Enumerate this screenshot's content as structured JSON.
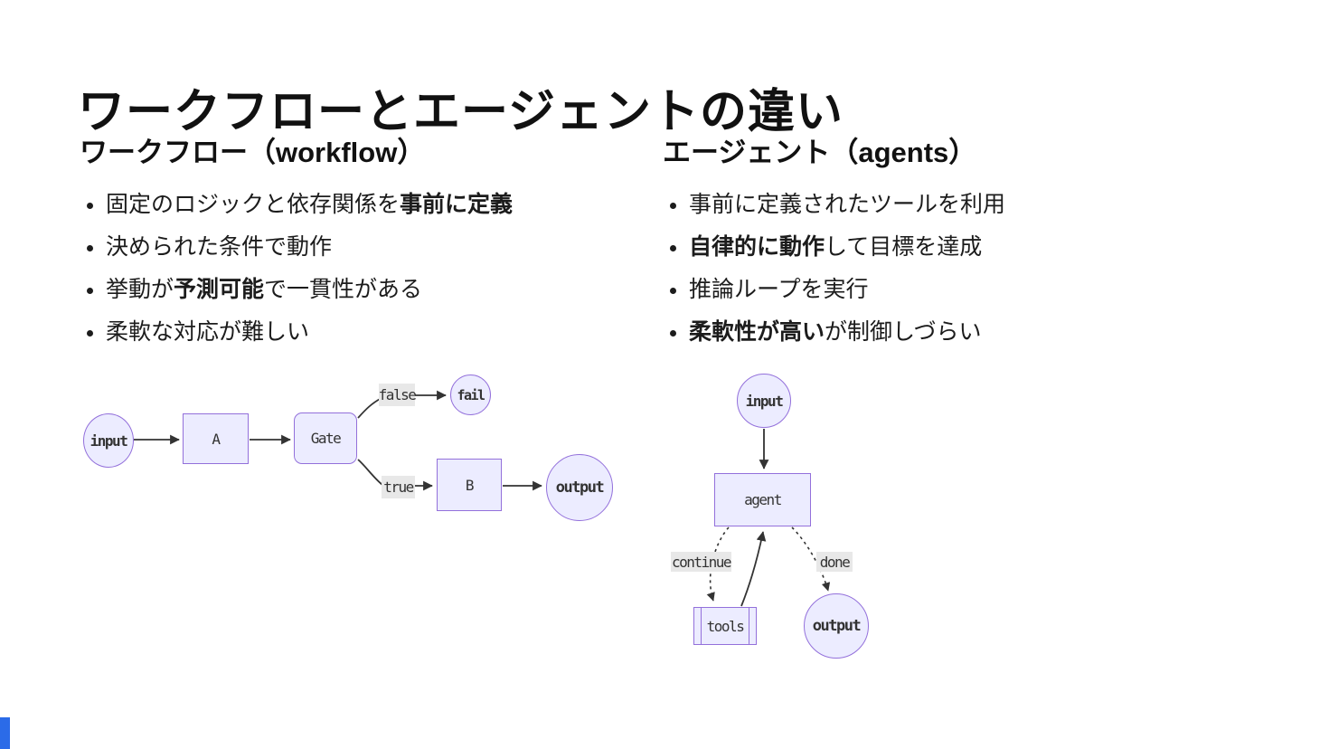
{
  "title": "ワークフローとエージェントの違い",
  "columns": [
    {
      "heading": "ワークフロー（workflow）",
      "bullets": [
        {
          "segments": [
            {
              "text": "固定のロジックと依存関係を",
              "bold": false
            },
            {
              "text": "事前に定義",
              "bold": true
            }
          ]
        },
        {
          "segments": [
            {
              "text": "決められた条件で動作",
              "bold": false
            }
          ]
        },
        {
          "segments": [
            {
              "text": "挙動が",
              "bold": false
            },
            {
              "text": "予測可能",
              "bold": true
            },
            {
              "text": "で一貫性がある",
              "bold": false
            }
          ]
        },
        {
          "segments": [
            {
              "text": "柔軟な対応が難しい",
              "bold": false
            }
          ]
        }
      ]
    },
    {
      "heading": "エージェント（agents）",
      "bullets": [
        {
          "segments": [
            {
              "text": "事前に定義されたツールを利用",
              "bold": false
            }
          ]
        },
        {
          "segments": [
            {
              "text": "自律的に動作",
              "bold": true
            },
            {
              "text": "して目標を達成",
              "bold": false
            }
          ]
        },
        {
          "segments": [
            {
              "text": "推論ループを実行",
              "bold": false
            }
          ]
        },
        {
          "segments": [
            {
              "text": "柔軟性が高い",
              "bold": true
            },
            {
              "text": "が制御しづらい",
              "bold": false
            }
          ]
        }
      ]
    }
  ],
  "diagrams": {
    "workflow": {
      "nodes": {
        "input": "input",
        "a": "A",
        "gate": "Gate",
        "fail": "fail",
        "b": "B",
        "output": "output"
      },
      "edges": {
        "false_label": "false",
        "true_label": "true"
      }
    },
    "agent": {
      "nodes": {
        "input": "input",
        "agent": "agent",
        "tools": "tools",
        "output": "output"
      },
      "edges": {
        "continue_label": "continue",
        "done_label": "done"
      }
    }
  },
  "colors": {
    "node_fill": "#ECECFF",
    "node_border": "#9370DB",
    "edge_line": "#333333",
    "edge_label_bg": "#e8e8e8",
    "accent_bar": "#2b6be8"
  }
}
